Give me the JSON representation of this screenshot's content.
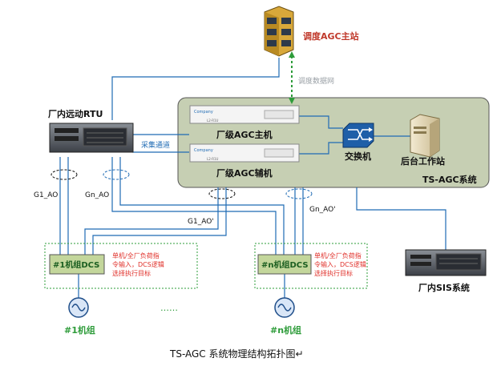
{
  "nodes": {
    "dispatch_station": "调度AGC主站",
    "rtu": "厂内远动RTU",
    "agc_main": "厂级AGC主机",
    "agc_aux": "厂级AGC辅机",
    "switch": "交换机",
    "workstation": "后台工作站",
    "system": "TS-AGC系统",
    "dcs1": "#1机组DCS",
    "dcsn": "#n机组DCS",
    "sis": "厂内SIS系统",
    "unit1": "#1机组",
    "unitn": "#n机组"
  },
  "links": {
    "dispatch_net": "调度数据网",
    "collect_channel": "采集通道",
    "g1_ao": "G1_AO",
    "gn_ao": "Gn_AO",
    "g1_ao_prime": "G1_AO'",
    "gn_ao_prime": "Gn_AO'"
  },
  "notes": {
    "dcs1_note": [
      "单机/全厂负荷指",
      "令输入，DCS逻辑",
      "选择执行目标"
    ],
    "dcsn_note": [
      "单机/全厂负荷指",
      "令输入，DCS逻辑",
      "选择执行目标"
    ],
    "ellipsis": "……"
  },
  "device_labels": {
    "server_brand": "Company",
    "server_model": "L2-R1U"
  },
  "caption": "TS-AGC 系统物理结构拓扑图↵",
  "colors": {
    "line_blue": "#1f6bb4",
    "green_dash": "#2e9c3a",
    "dcs_fill": "#c3d69b",
    "system_fill": "#c6cfb3",
    "red_note": "#e0302a",
    "net_label": "#9aa0a6"
  }
}
